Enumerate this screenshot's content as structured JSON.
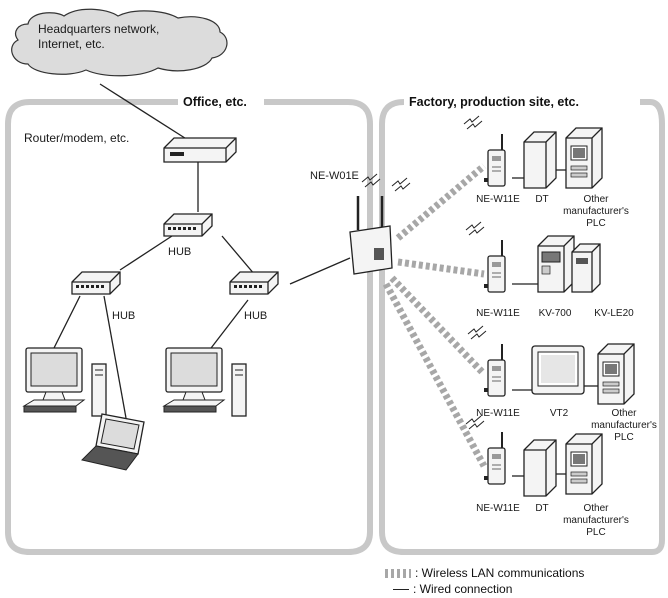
{
  "cloud_label": "Headquarters network,\nInternet, etc.",
  "sections": {
    "office": "Office, etc.",
    "factory": "Factory, production site, etc."
  },
  "labels": {
    "router": "Router/modem, etc.",
    "hub_top": "HUB",
    "hub_left": "HUB",
    "hub_right": "HUB",
    "access_point": "NE-W01E",
    "g1_unit": "NE-W11E",
    "g1_dt": "DT",
    "g1_plc": "Other\nmanufacturer's\nPLC",
    "g2_unit": "NE-W11E",
    "g2_kv700": "KV-700",
    "g2_kvle20": "KV-LE20",
    "g3_unit": "NE-W11E",
    "g3_vt2": "VT2",
    "g3_plc": "Other\nmanufacturer's\nPLC",
    "g4_unit": "NE-W11E",
    "g4_dt": "DT",
    "g4_plc": "Other\nmanufacturer's\nPLC"
  },
  "legend": {
    "wireless": ": Wireless LAN communications",
    "wired": ": Wired connection"
  },
  "colors": {
    "frame": "#c8c8c8",
    "wireless": "#a7a7a7",
    "device_fill": "#f4f4f4",
    "device_dark": "#333333"
  }
}
